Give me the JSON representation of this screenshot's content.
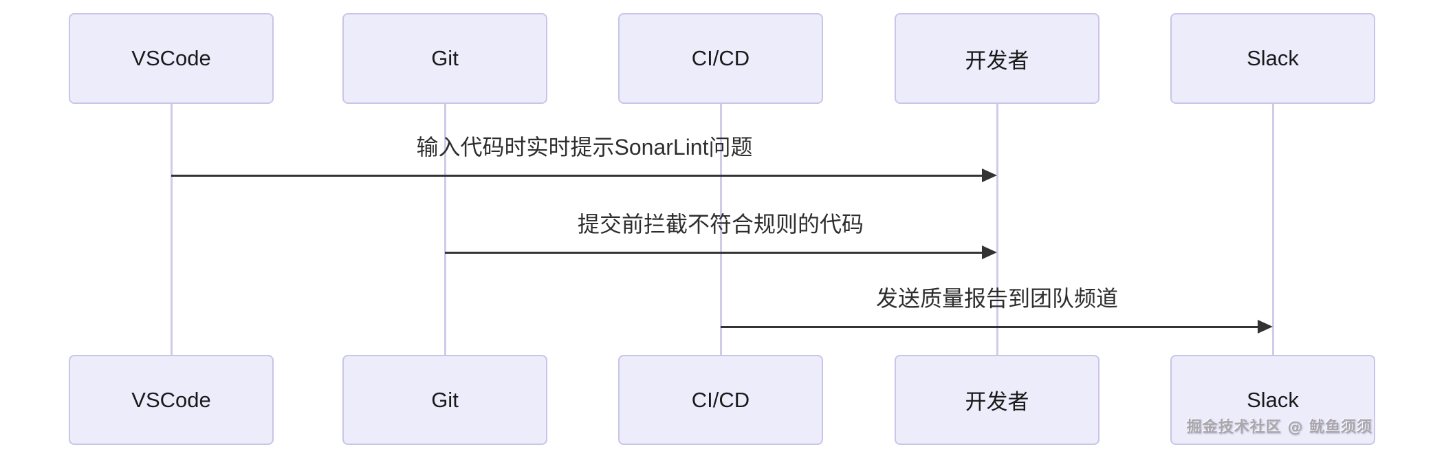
{
  "diagram": {
    "type": "sequence-diagram",
    "colors": {
      "page-bg": "#ffffff",
      "actor-fill": "#ececfb",
      "actor-border": "#c9c5e8",
      "lifeline": "#cfcbe9",
      "arrow": "#333333",
      "actor-text": "#1a1a1a",
      "message-text": "#2e2e2e",
      "watermark-text": "#aaa6af"
    },
    "actors": [
      {
        "label": "VSCode"
      },
      {
        "label": "Git"
      },
      {
        "label": "CI/CD"
      },
      {
        "label": "开发者"
      },
      {
        "label": "Slack"
      }
    ],
    "messages": [
      {
        "from": "VSCode",
        "to": "开发者",
        "label": "输入代码时实时提示SonarLint问题"
      },
      {
        "from": "Git",
        "to": "开发者",
        "label": "提交前拦截不符合规则的代码"
      },
      {
        "from": "CI/CD",
        "to": "Slack",
        "label": "发送质量报告到团队频道"
      }
    ],
    "watermark": "掘金技术社区 @ 鱿鱼须须"
  }
}
